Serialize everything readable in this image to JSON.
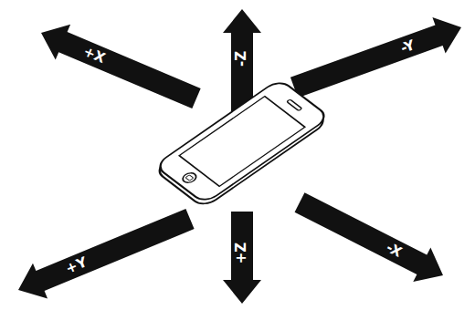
{
  "diagram": {
    "labels": [
      "+X",
      "-Z",
      "-Y",
      "-X",
      "+Y",
      "+Z"
    ]
  }
}
